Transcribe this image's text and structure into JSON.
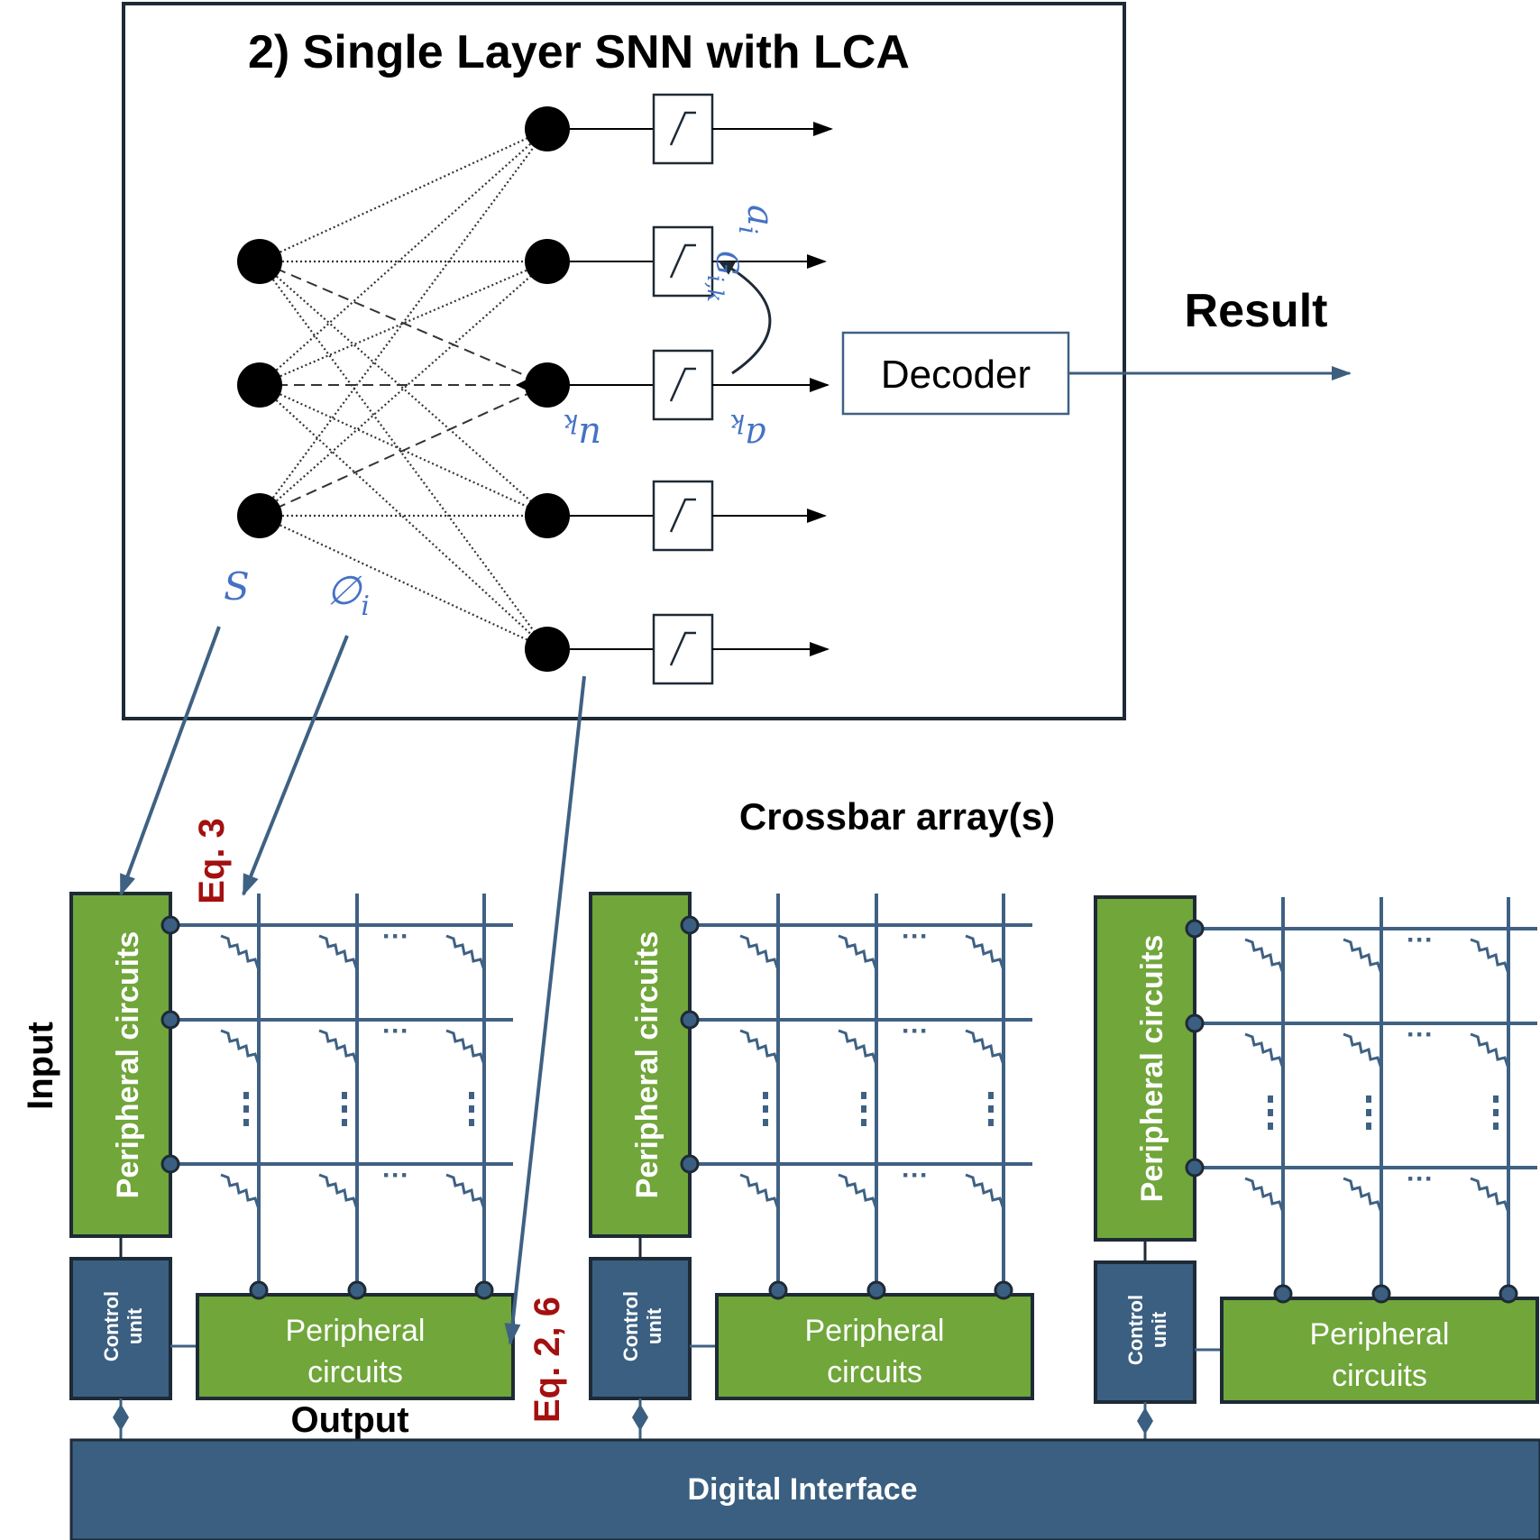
{
  "snn": {
    "title": "2)  Single Layer SNN with LCA",
    "decoder_label": "Decoder",
    "result_label": "Result",
    "symbols": {
      "s": "S",
      "phi": "∅",
      "phi_sub": "i",
      "a_i": "a",
      "a_i_sub": "i",
      "a_k": "a",
      "a_k_sub": "k",
      "u_k": "u",
      "u_k_sub": "k",
      "g": "G",
      "g_sub": "i,k"
    }
  },
  "hardware": {
    "crossbar_title": "Crossbar array(s)",
    "input_label": "Input",
    "output_label": "Output",
    "eq3_label": "Eq. 3",
    "eq26_label": "Eq. 2, 6",
    "peripheral_vertical": "Peripheral circuits",
    "peripheral_line1": "Peripheral",
    "peripheral_line2": "circuits",
    "control_line1": "Control",
    "control_line2": "unit",
    "digital_interface": "Digital Interface",
    "ellipsis": "···"
  },
  "colors": {
    "green": "#70a63a",
    "navy": "#3a5f80",
    "wire": "#3f6183",
    "arrow_blue": "#3d5e7c",
    "symbol_blue": "#4472c4",
    "eq_red": "#a31010",
    "dark": "#1e2a36"
  }
}
